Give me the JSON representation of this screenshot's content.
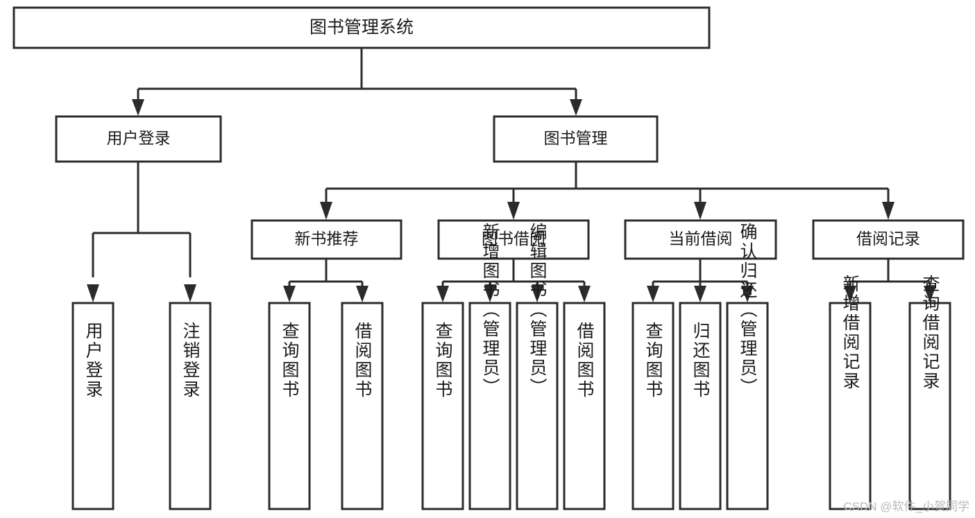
{
  "diagram": {
    "type": "tree-hierarchy",
    "title": "图书管理系统",
    "root": {
      "id": "root",
      "label": "图书管理系统"
    },
    "level2": [
      {
        "id": "user-login",
        "label": "用户登录"
      },
      {
        "id": "book-manage",
        "label": "图书管理"
      }
    ],
    "level3": [
      {
        "id": "new-book-recommend",
        "label": "新书推荐",
        "parent": "book-manage"
      },
      {
        "id": "book-borrow",
        "label": "图书借阅",
        "parent": "book-manage"
      },
      {
        "id": "current-borrow",
        "label": "当前借阅",
        "parent": "book-manage"
      },
      {
        "id": "borrow-record",
        "label": "借阅记录",
        "parent": "book-manage"
      }
    ],
    "leaves": [
      {
        "id": "leaf-user-login",
        "label": "用户登录",
        "parent": "user-login"
      },
      {
        "id": "leaf-user-logout",
        "label": "注销登录",
        "parent": "user-login"
      },
      {
        "id": "leaf-query-book-1",
        "label": "查询图书",
        "parent": "new-book-recommend"
      },
      {
        "id": "leaf-borrow-book-1",
        "label": "借阅图书",
        "parent": "new-book-recommend"
      },
      {
        "id": "leaf-query-book-2",
        "label": "查询图书",
        "parent": "book-borrow"
      },
      {
        "id": "leaf-add-book",
        "label": "新增图书（管理员）",
        "parent": "book-borrow"
      },
      {
        "id": "leaf-edit-book",
        "label": "编辑图书（管理员）",
        "parent": "book-borrow"
      },
      {
        "id": "leaf-borrow-book-2",
        "label": "借阅图书",
        "parent": "book-borrow"
      },
      {
        "id": "leaf-query-book-3",
        "label": "查询图书",
        "parent": "current-borrow"
      },
      {
        "id": "leaf-return-book",
        "label": "归还图书",
        "parent": "current-borrow"
      },
      {
        "id": "leaf-confirm-return",
        "label": "确认归还（管理员）",
        "parent": "current-borrow"
      },
      {
        "id": "leaf-add-record",
        "label": "新增借阅记录",
        "parent": "borrow-record"
      },
      {
        "id": "leaf-query-record",
        "label": "查询借阅记录",
        "parent": "borrow-record"
      }
    ],
    "colors": {
      "box_fill": "#ffffff",
      "box_stroke": "#2b2b2b",
      "connector": "#2b2b2b",
      "text": "#1a1a1a",
      "background": "#ffffff",
      "watermark": "#b9b9b9"
    }
  },
  "watermark": {
    "text": "CSDN @软件_小贺同学"
  }
}
